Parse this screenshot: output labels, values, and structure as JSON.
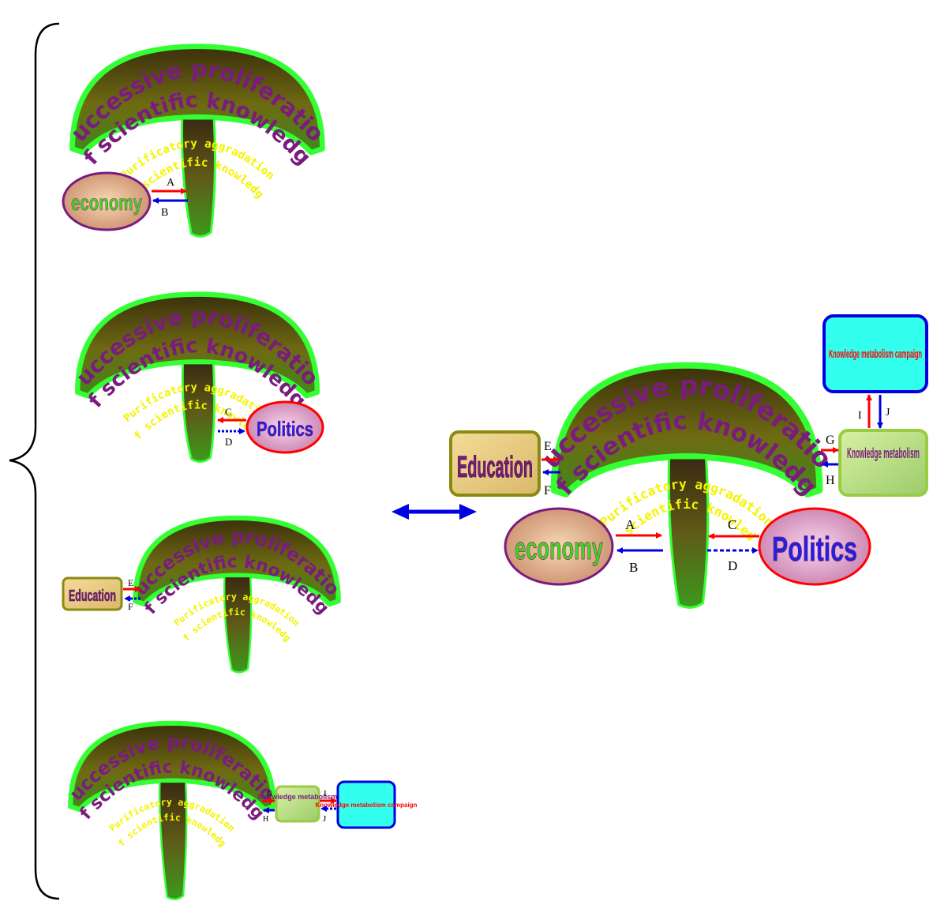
{
  "title_main": "Successive proliferation",
  "title_sub": "of scientific knowledge",
  "inner_line1": "Purificatory aggradation",
  "inner_line2": "of scientific knowledge",
  "nodes": {
    "economy": "economy",
    "politics": "Politics",
    "education": "Education",
    "metabolism": "Knowledge metabolism",
    "campaign": "Knowledge metabolism campaign"
  },
  "arrow_labels": {
    "A": "A",
    "B": "B",
    "C": "C",
    "D": "D",
    "E": "E",
    "F": "F",
    "G": "G",
    "H": "H",
    "I": "I",
    "J": "J"
  },
  "colors": {
    "title": "#7a1c7e",
    "inner_text": "#f4f400",
    "mushroom_glow": "#33ff33",
    "red_arrow": "#ff0000",
    "blue_arrow": "#0000e0",
    "economy_text": "#33dd22",
    "politics_text": "#2222dd",
    "education_text": "#7a1c7e",
    "campaign_box": "#33ffee",
    "campaign_text": "#ff0000"
  }
}
